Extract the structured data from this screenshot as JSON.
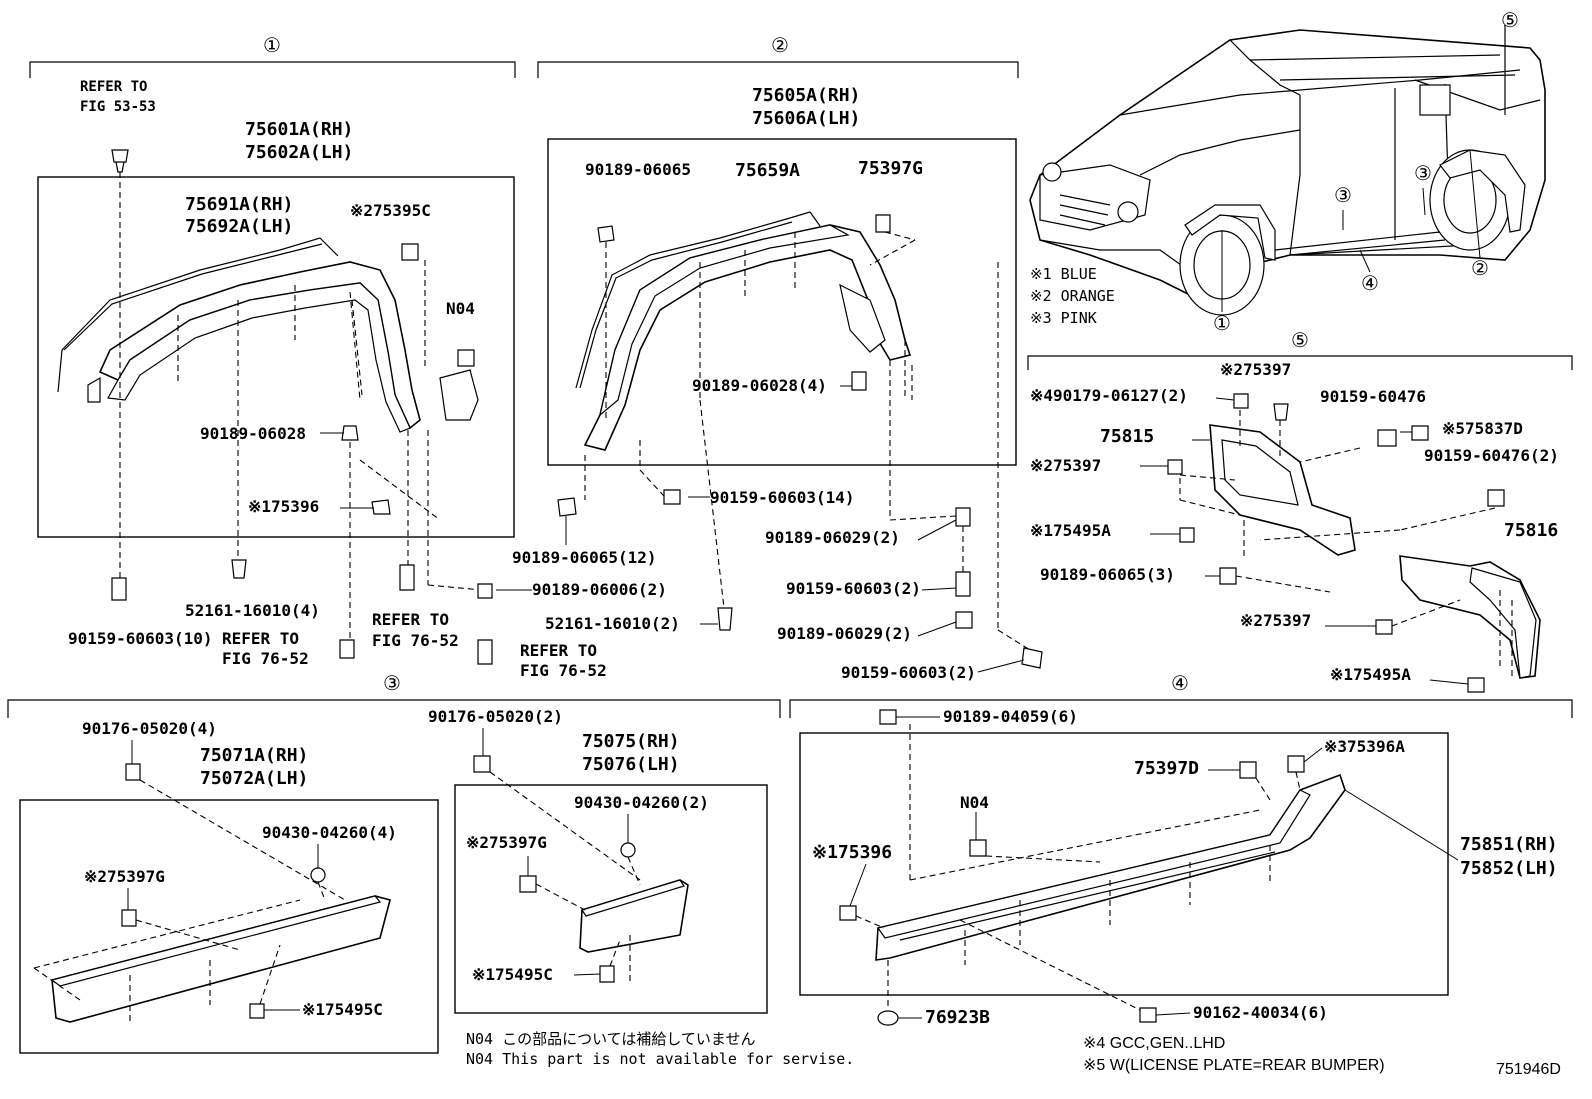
{
  "sections": {
    "s1": "①",
    "s2": "②",
    "s3": "③",
    "s4": "④",
    "s5": "⑤"
  },
  "car_callouts": {
    "c1": "①",
    "c2": "②",
    "c3a": "③",
    "c3b": "③",
    "c4": "④",
    "c5": "⑤"
  },
  "legend": {
    "blue": "※1 BLUE",
    "orange": "※2 ORANGE",
    "pink": "※3 PINK"
  },
  "section1": {
    "refer_a_1": "REFER TO",
    "refer_a_2": "FIG 53-53",
    "assy_rh": "75601A(RH)",
    "assy_lh": "75602A(LH)",
    "moulding_rh": "75691A(RH)",
    "moulding_lh": "75692A(LH)",
    "clip_75395c": "※275395C",
    "n04": "N04",
    "clip_06028": "90189-06028",
    "clip_75396": "※175396",
    "bolt_60603": "90159-60603(10)",
    "rivet_16010": "52161-16010(4)",
    "refer_b_1": "REFER TO",
    "refer_b_2": "FIG 76-52",
    "refer_c_1": "REFER TO",
    "refer_c_2": "FIG 76-52"
  },
  "section2": {
    "assy_rh": "75605A(RH)",
    "assy_lh": "75606A(LH)",
    "clip_06065": "90189-06065",
    "moulding": "75659A",
    "clip_75397g": "75397G",
    "clip_06028": "90189-06028(4)",
    "clip_06065_12": "90189-06065(12)",
    "bolt_60603_14": "90159-60603(14)",
    "clip_06006": "90189-06006(2)",
    "rivet_16010": "52161-16010(2)",
    "refer_1": "REFER TO",
    "refer_2": "FIG 76-52",
    "clip_06029a": "90189-06029(2)",
    "bolt_60603_2a": "90159-60603(2)",
    "clip_06029b": "90189-06029(2)",
    "bolt_60603_2b": "90159-60603(2)"
  },
  "section3": {
    "screw_a": "90176-05020(4)",
    "screw_b": "90176-05020(2)",
    "moulding_rh": "75071A(RH)",
    "moulding_lh": "75072A(LH)",
    "moulding2_rh": "75075(RH)",
    "moulding2_lh": "75076(LH)",
    "nut_a": "90430-04260(4)",
    "nut_b": "90430-04260(2)",
    "clip_g1": "※275397G",
    "clip_g2": "※275397G",
    "clip_c1": "※175495C",
    "clip_c2": "※175495C"
  },
  "section4": {
    "clip_04059": "90189-04059(6)",
    "clip_75397d": "75397D",
    "clip_75396a": "※375396A",
    "n04": "N04",
    "clip_75396": "※175396",
    "step_rh": "75851(RH)",
    "step_lh": "75852(LH)",
    "clip_76923b": "76923B",
    "screw_40034": "90162-40034(6)"
  },
  "section5": {
    "clip_75397_top": "※275397",
    "bolt_06127": "※490179-06127(2)",
    "bolt_60476": "90159-60476",
    "garnish": "75815",
    "clip_75837d": "※575837D",
    "clip_75397_mid": "※275397",
    "bolt_60476_2": "90159-60476(2)",
    "clip_75495a_1": "※175495A",
    "protector": "75816",
    "clip_06065_3": "90189-06065(3)",
    "clip_75397_low": "※275397",
    "clip_75495a_2": "※175495A"
  },
  "notes": {
    "n04_jp": "N04 この部品については補給していません",
    "n04_en": "N04 This part is not available for servise.",
    "note4": "※4 GCC,GEN..LHD",
    "note5": "※5 W(LICENSE PLATE=REAR BUMPER)",
    "fig_id": "751946D"
  }
}
